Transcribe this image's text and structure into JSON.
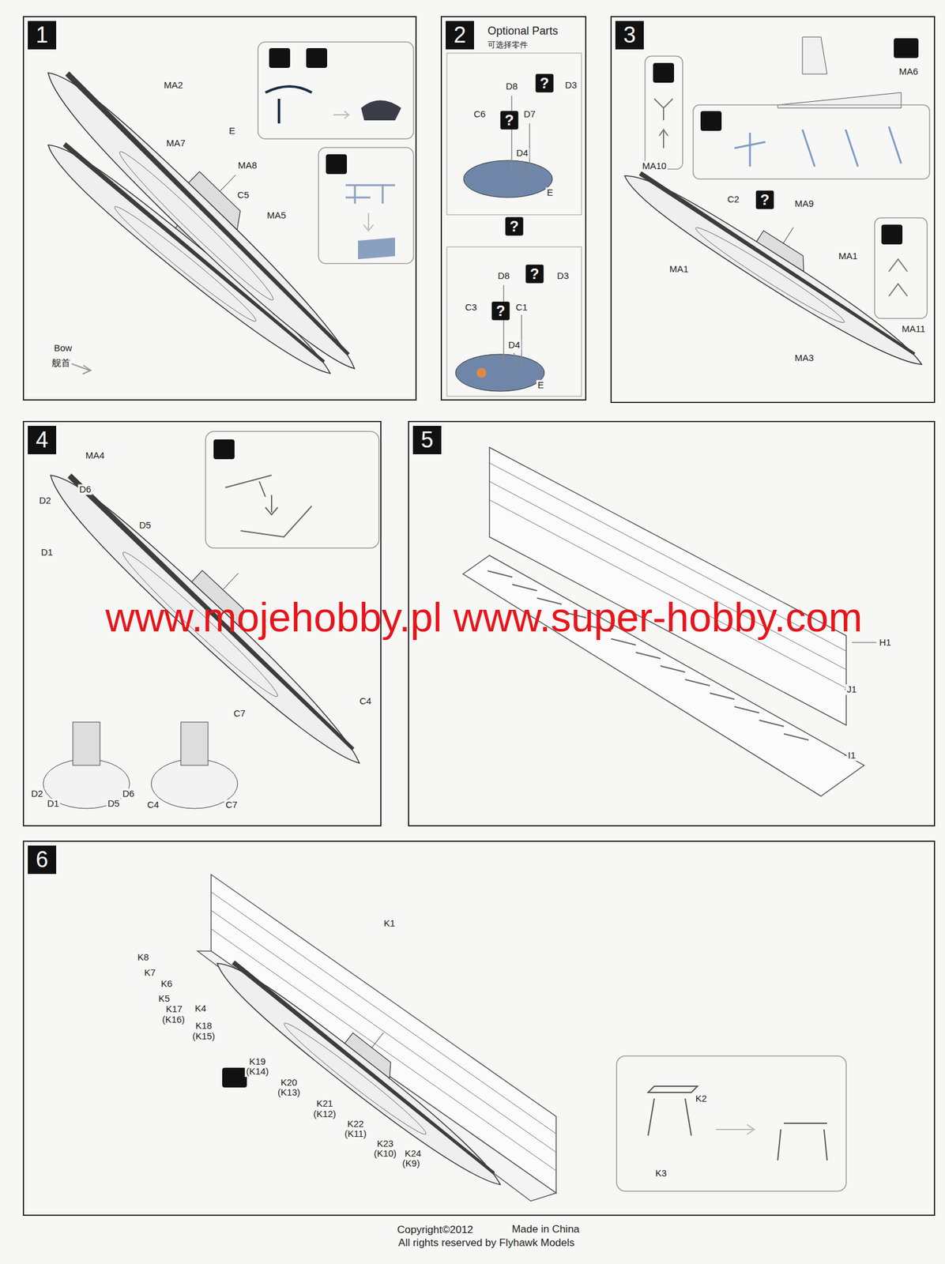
{
  "diagram": {
    "nodes": [
      {
        "text": [
          "1"
        ]
      },
      {
        "text": [
          "2",
          "Optional Parts",
          "可选择零件"
        ]
      },
      {
        "text": [
          "3"
        ]
      },
      {
        "text": [
          "4"
        ]
      },
      {
        "text": [
          "5"
        ]
      },
      {
        "text": [
          "6"
        ]
      }
    ],
    "labels": [
      "MA2",
      "E",
      "MA7",
      "MA8",
      "C5",
      "MA5",
      "Bow",
      "舰首",
      "D8",
      "D3",
      "C6",
      "D7",
      "D4",
      "E",
      "D8",
      "D3",
      "C3",
      "C1",
      "D4",
      "E",
      "?",
      "?",
      "?",
      "?",
      "?",
      "MA6",
      "MA10",
      "C2",
      "MA9",
      "MA1",
      "MA1",
      "MA11",
      "MA3",
      "?",
      "MA4",
      "D6",
      "D2",
      "D5",
      "D1",
      "C4",
      "C7",
      "D2",
      "D6",
      "D1",
      "D5",
      "C4",
      "C7",
      "www.mojehobby.pl www.super-hobby.com",
      "H1",
      "J1",
      "I1",
      "K1",
      "K8",
      "K7",
      "K6",
      "K5",
      "K17",
      "(K16)",
      "K4",
      "K18",
      "(K15)",
      "K19",
      "(K14)",
      "K20",
      "(K13)",
      "K21",
      "(K12)",
      "K22",
      "(K11)",
      "K23",
      "(K10)",
      "K24",
      "(K9)",
      "K2",
      "K3",
      "Copyright©2012",
      "Made in China",
      "All rights reserved by Flyhawk Models"
    ]
  }
}
